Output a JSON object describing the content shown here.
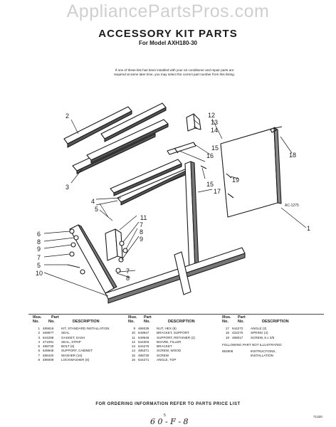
{
  "watermark": "AppliancePartsPros.com",
  "title": "ACCESSORY KIT PARTS",
  "subtitle": "For Model AXH180-30",
  "intro": [
    "If one of these kits has been installed with your air conditioner and repair parts are",
    "required at some later time, you may select the correct part number from this listing."
  ],
  "figure_ref": "AC-1275",
  "callouts": [
    "1",
    "2",
    "3",
    "4",
    "5",
    "6",
    "7",
    "8",
    "9",
    "10",
    "11",
    "12",
    "13",
    "14",
    "15",
    "16",
    "17",
    "18",
    "19"
  ],
  "table_headers": {
    "illus": "Illus.",
    "part": "Part",
    "no": "No.",
    "description": "DESCRIPTION"
  },
  "parts_col1": [
    {
      "no": "1",
      "part": "485816",
      "desc": "KIT, STANDARD INSTALLATION"
    },
    {
      "no": "2",
      "part": "469877",
      "desc": "SEAL"
    },
    {
      "no": "3",
      "part": "644288",
      "desc": "GASKET, SASH"
    },
    {
      "no": "4",
      "part": "471091",
      "desc": "SEAL, STRIP"
    },
    {
      "no": "5",
      "part": "488730",
      "desc": "BOLT (6)"
    },
    {
      "no": "6",
      "part": "649945",
      "desc": "SUPPORT, CABINET"
    },
    {
      "no": "7",
      "part": "486420",
      "desc": "WASHER (10)"
    },
    {
      "no": "8",
      "part": "486009",
      "desc": "LOCKWASHER (6)"
    }
  ],
  "parts_col2": [
    {
      "no": "9",
      "part": "486035",
      "desc": "NUT, HEX (6)"
    },
    {
      "no": "10",
      "part": "649947",
      "desc": "BRACKET, SUPPORT"
    },
    {
      "no": "11",
      "part": "649946",
      "desc": "SUPPORT, RETAINER (2)"
    },
    {
      "no": "12",
      "part": "644303",
      "desc": "BOARD, FILLER"
    },
    {
      "no": "13",
      "part": "644275",
      "desc": "BRACKET"
    },
    {
      "no": "14",
      "part": "485371",
      "desc": "SCREW, WOOD"
    },
    {
      "no": "15",
      "part": "488730",
      "desc": "SCREW"
    },
    {
      "no": "16",
      "part": "644271",
      "desc": "ANGLE, TOP"
    }
  ],
  "parts_col3": [
    {
      "no": "17",
      "part": "644272",
      "desc": "ANGLE (2)"
    },
    {
      "no": "18",
      "part": "432270",
      "desc": "SPRING (4)"
    },
    {
      "no": "19",
      "part": "488017",
      "desc": "SCREW, 8 x 3/8"
    }
  ],
  "not_illustrated": {
    "heading": "FOLLOWING PART NOT ILLUSTRATED",
    "part": "852806",
    "desc_lines": [
      "INSTRUCTIONS,",
      "INSTALLATION"
    ]
  },
  "footer": "FOR ORDERING INFORMATION REFER TO PARTS PRICE LIST",
  "page_number": "5",
  "handwritten": "6 0 - F - 8",
  "doc_code": "71320"
}
